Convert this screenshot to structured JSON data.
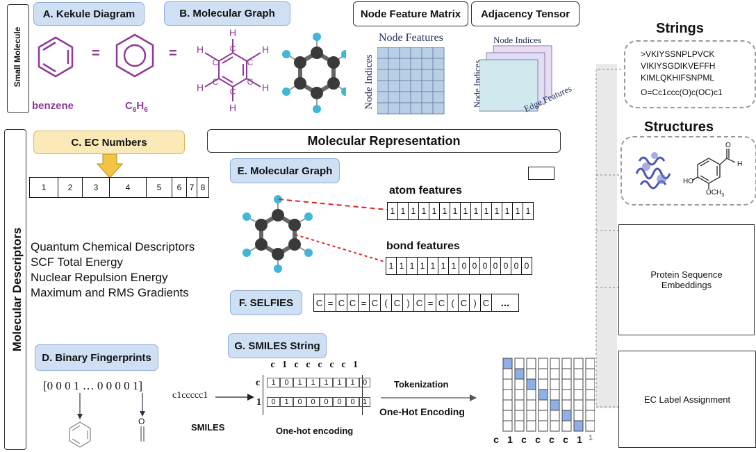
{
  "labels": {
    "small_molecule": "Small Molecule",
    "molecular_descriptors": "Molecular Descriptors",
    "kekule": "A. Kekule Diagram",
    "molgraph_b": "B. Molecular Graph",
    "node_feature_matrix": "Node Feature Matrix",
    "adjacency_tensor": "Adjacency Tensor",
    "ec_numbers": "C. EC Numbers",
    "molecular_representation": "Molecular Representation",
    "molgraph_e": "E. Molecular Graph",
    "selfies": "F. SELFIES",
    "binary_fp": "D. Binary Fingerprints",
    "smiles_string": "G. SMILES String",
    "strings": "Strings",
    "structures": "Structures"
  },
  "kekule": {
    "equals1": "=",
    "equals2": "=",
    "benzene": "benzene",
    "formula_c": "C",
    "formula_6a": "6",
    "formula_h": "H",
    "formula_6b": "6"
  },
  "matrix": {
    "node_features": "Node Features",
    "node_indices": "Node Indices",
    "tensor_node_indices_top": "Node Indices",
    "tensor_node_indices_side": "Node Indices",
    "edge_features": "Edge Features"
  },
  "ec_cells": [
    "1",
    "2",
    "3",
    "4",
    "5",
    "6",
    "7",
    "8"
  ],
  "descriptors": [
    "Quantum Chemical Descriptors",
    "SCF Total Energy",
    "Nuclear Repulsion Energy",
    "Maximum and RMS Gradients"
  ],
  "atom_features": {
    "title": "atom features",
    "cells": [
      "1",
      "1",
      "1",
      "1",
      "1",
      "1",
      "1",
      "1",
      "1",
      "1",
      "1",
      "1",
      "1",
      "1"
    ]
  },
  "bond_features": {
    "title": "bond features",
    "cells": [
      "1",
      "1",
      "1",
      "1",
      "1",
      "1",
      "1",
      "0",
      "0",
      "0",
      "0",
      "0",
      "0",
      "0"
    ]
  },
  "selfies_cells": [
    "C",
    "=",
    "C",
    "C",
    "=",
    "C",
    "(",
    "C",
    ")",
    "C",
    "=",
    "C",
    "(",
    "C",
    ")",
    "C"
  ],
  "selfies_more": "...",
  "fingerprint": {
    "vector": "[0 0 0 1 … 0 0 0 0 1]",
    "o_label": "O"
  },
  "smiles": {
    "input": "c1ccccc1",
    "label": "SMILES",
    "onehot_caption": "One-hot encoding",
    "tokenization": "Tokenization",
    "onehot_enc": "One-Hot Encoding",
    "col_tokens": [
      "c",
      "1",
      "c",
      "c",
      "c",
      "c",
      "c",
      "1"
    ],
    "row_tokens": [
      "c",
      "1"
    ],
    "row1": [
      "1",
      "0",
      "1",
      "1",
      "1",
      "1",
      "1",
      "0"
    ],
    "row2": [
      "0",
      "1",
      "0",
      "0",
      "0",
      "0",
      "0",
      "1"
    ],
    "bottom_tokens": [
      "c",
      "1",
      "c",
      "c",
      "c",
      "c",
      "1",
      "1"
    ]
  },
  "strings": {
    "lines": [
      ">VKIYSSNPLPVCK",
      "VIKIYSGDIKVEFFH",
      "KIMLQKHIFSNPML",
      "O=Cc1ccc(O)c(OC)c1"
    ]
  },
  "structures": {
    "ho": "HO",
    "och3": "OCH",
    "och3_sub": "3",
    "h": "H",
    "o": "O"
  },
  "outputs": {
    "protein_embeddings": "Protein Sequence Embeddings",
    "ec_label": "EC Label Assignment"
  },
  "colors": {
    "pill_blue": "#cfe0f5",
    "pill_yellow": "#fbe9b7",
    "purple": "#8e3a96",
    "hydrogen": "#3fb7d6",
    "carbon": "#444444",
    "onehot_fill": "#8fb0e6",
    "dashed_link": "#e02020"
  }
}
